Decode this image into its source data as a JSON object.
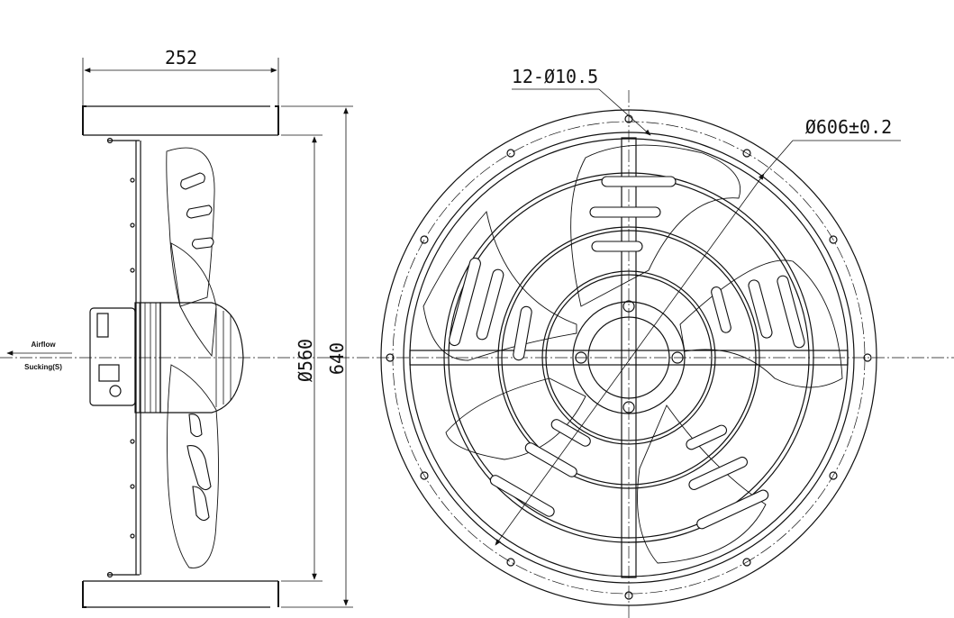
{
  "dimensions": {
    "side_depth": "252",
    "inner_diameter": "Ø560",
    "outer_size": "640",
    "mounting_holes": "12-Ø10.5",
    "bolt_circle": "Ø606±0.2"
  },
  "airflow": {
    "label": "Airflow",
    "mode": "Sucking(S)"
  },
  "colors": {
    "line": "#111111",
    "background": "#ffffff"
  }
}
